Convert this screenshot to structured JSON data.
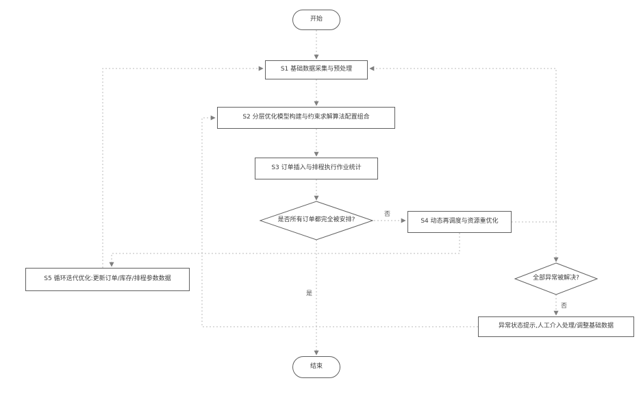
{
  "diagram": {
    "nodes": {
      "start": {
        "label": "开始"
      },
      "s1": {
        "label": "S1 基础数据采集与预处理"
      },
      "s2": {
        "label": "S2 分层优化模型构建与约束求解算法配置组合"
      },
      "s3": {
        "label": "S3 订单插入与排程执行作业统计"
      },
      "d1": {
        "label": "是否所有订单都完全被安排?"
      },
      "s4": {
        "label": "S4 动态再调度与资源重优化"
      },
      "s5": {
        "label": "S5 循环迭代优化:更新订单/库存/排程参数数据"
      },
      "d2": {
        "label": "全部异常被解决?"
      },
      "manual": {
        "label": "异常状态提示,人工介入处理/调整基础数据"
      },
      "end": {
        "label": "结束"
      }
    },
    "edge_labels": {
      "d1_no": "否",
      "d1_yes": "是",
      "d2_no": "否"
    },
    "colors": {
      "background": "#ffffff",
      "node_border": "#5f5f5f",
      "connector": "#b9b9b9",
      "text": "#3d3d3d"
    }
  }
}
